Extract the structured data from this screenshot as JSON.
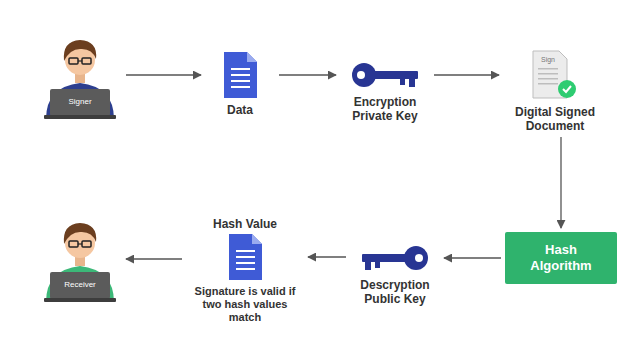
{
  "diagram": {
    "nodes": [
      {
        "text": [
          "Signer"
        ]
      },
      {
        "text": [
          "Data"
        ]
      },
      {
        "text": [
          "Encryption Private Key"
        ]
      },
      {
        "text": [
          "Sign",
          "Digital Signed Document"
        ]
      },
      {
        "text": [
          "Hash Algorithm"
        ]
      },
      {
        "text": [
          "Descryption Public Key"
        ]
      },
      {
        "text": [
          "Hash Value",
          "Signature is valid if two hash values match"
        ]
      },
      {
        "text": [
          "Receiver"
        ]
      }
    ],
    "edges": [
      {
        "from": 0,
        "to": 1,
        "arrow": "to"
      },
      {
        "from": 1,
        "to": 2,
        "arrow": "to"
      },
      {
        "from": 2,
        "to": 3,
        "arrow": "to"
      },
      {
        "from": 3,
        "to": 4,
        "arrow": "to"
      },
      {
        "from": 4,
        "to": 5,
        "arrow": "to"
      },
      {
        "from": 5,
        "to": 6,
        "arrow": "to"
      },
      {
        "from": 6,
        "to": 7,
        "arrow": "to"
      }
    ]
  }
}
